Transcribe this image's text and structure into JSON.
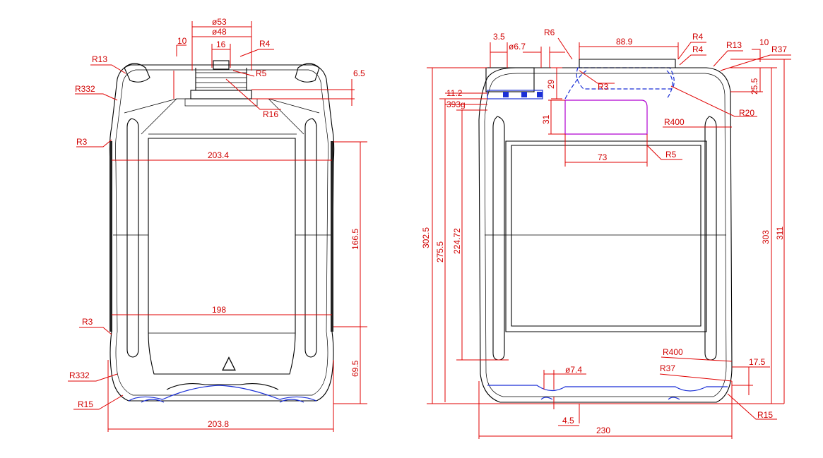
{
  "front_view": {
    "labels": {
      "d53": "ø53",
      "d48": "ø48",
      "d16": "16",
      "d10": "10",
      "r4": "R4",
      "r5": "R5",
      "r16": "R16",
      "r13": "R13",
      "r332_top": "R332",
      "d6_5": "6.5",
      "r3_top": "R3",
      "w203_4": "203.4",
      "h166_5": "166.5",
      "w198": "198",
      "r3_bottom": "R3",
      "h69_5": "69.5",
      "r332_bottom": "R332",
      "r15": "R15",
      "w203_8": "203.8",
      "triangle": "△"
    }
  },
  "side_view": {
    "labels": {
      "d3_5": "3.5",
      "d6_7": "ø6.7",
      "r6": "R6",
      "w88_9": "88.9",
      "r4_a": "R4",
      "r4_b": "R4",
      "r13": "R13",
      "d10": "10",
      "r37_top": "R37",
      "h25_5": "25.5",
      "h29": "29",
      "r3": "R3",
      "d11_2": "11.2",
      "weight": "393g",
      "r20": "R20",
      "h31": "31",
      "r400_top": "R400",
      "w73": "73",
      "r5": "R5",
      "h302_5": "302.5",
      "h275_5": "275.5",
      "h224_72": "224.72",
      "h303": "303",
      "h311": "311",
      "r400_bottom": "R400",
      "d7_4": "ø7.4",
      "r37_bottom": "R37",
      "d17_5": "17.5",
      "d4_5": "4.5",
      "w230": "230",
      "r15": "R15"
    }
  }
}
